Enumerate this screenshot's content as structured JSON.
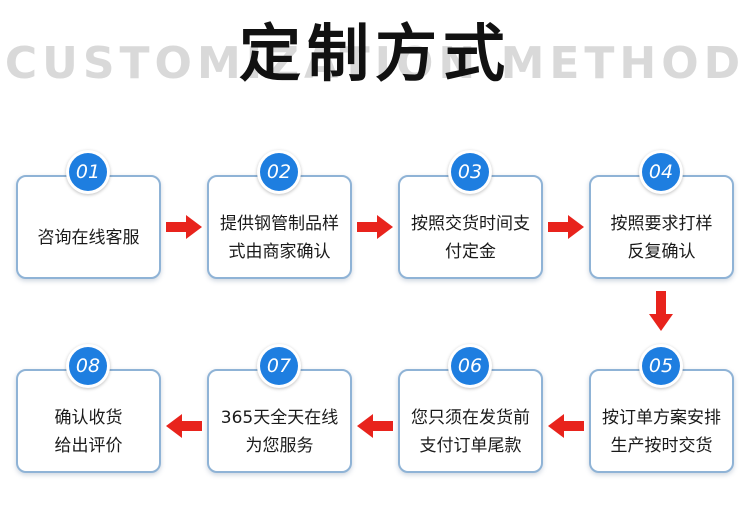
{
  "header": {
    "watermark": "CUSTOMIZATION METHOD",
    "title": "定制方式"
  },
  "steps": [
    {
      "number": "01",
      "text": "咨询在线客服"
    },
    {
      "number": "02",
      "text": "提供钢管制品样\n式由商家确认"
    },
    {
      "number": "03",
      "text": "按照交货时间支\n付定金"
    },
    {
      "number": "04",
      "text": "按照要求打样\n反复确认"
    },
    {
      "number": "05",
      "text": "按订单方案安排\n生产按时交货"
    },
    {
      "number": "06",
      "text": "您只须在发货前\n支付订单尾款"
    },
    {
      "number": "07",
      "text": "365天全天在线\n为您服务"
    },
    {
      "number": "08",
      "text": "确认收货\n给出评价"
    }
  ],
  "colors": {
    "badge": "#1e7ee0",
    "arrow": "#e8231c",
    "border": "#8fb3d6"
  }
}
